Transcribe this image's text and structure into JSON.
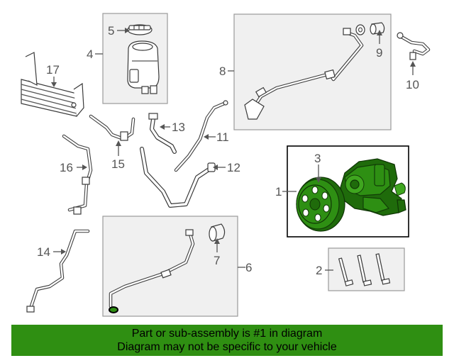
{
  "callouts": {
    "c1": "1",
    "c2": "2",
    "c3": "3",
    "c4": "4",
    "c5": "5",
    "c6": "6",
    "c7": "7",
    "c8": "8",
    "c9": "9",
    "c10": "10",
    "c11": "11",
    "c12": "12",
    "c13": "13",
    "c14": "14",
    "c15": "15",
    "c16": "16",
    "c17": "17"
  },
  "banner": {
    "line1": "Part or sub-assembly is #1 in diagram",
    "line2": "Diagram may not be specific to your vehicle"
  },
  "colors": {
    "highlight": "#2e8f13",
    "banner_bg": "#2f8f12"
  }
}
